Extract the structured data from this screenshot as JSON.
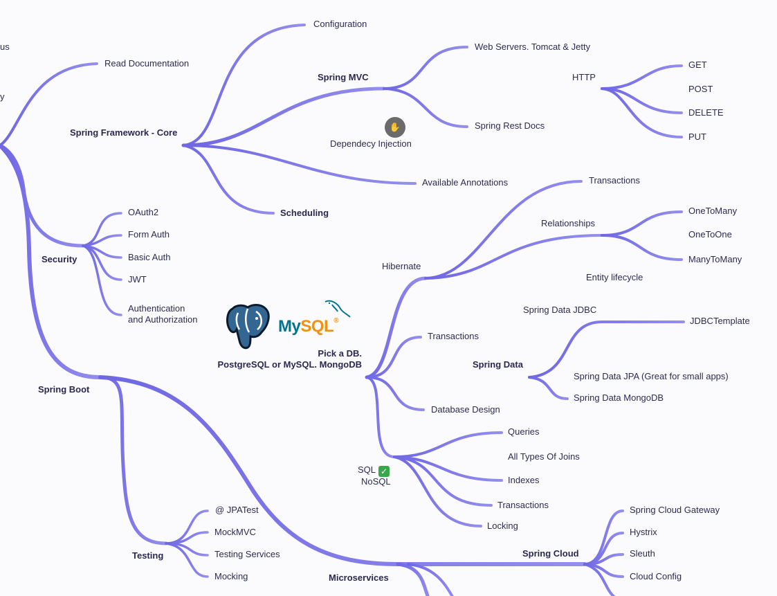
{
  "colors": {
    "branch": "#7b73e6",
    "branch_light": "#9b95ec",
    "text": "#2c2b52",
    "check": "#3aa64a",
    "mysql_blue": "#00758f",
    "mysql_orange": "#f29111",
    "pg_blue": "#336791"
  },
  "labels": {
    "cut_us": "us",
    "cut_y": "y",
    "configuration": "Configuration",
    "read_documentation": "Read Documentation",
    "spring_mvc": "Spring MVC",
    "web_servers": "Web Servers. Tomcat & Jetty",
    "http": "HTTP",
    "get": "GET",
    "post": "POST",
    "delete": "DELETE",
    "put": "PUT",
    "spring_framework_core": "Spring Framework - Core",
    "spring_rest_docs": "Spring Rest Docs",
    "dependency_injection": "Dependecy Injection",
    "available_annotations": "Available Annotations",
    "transactions_hib": "Transactions",
    "scheduling": "Scheduling",
    "relationships": "Relationships",
    "one_to_many": "OneToMany",
    "one_to_one": "OneToOne",
    "many_to_many": "ManyToMany",
    "oauth2": "OAuth2",
    "form_auth": "Form Auth",
    "basic_auth": "Basic Auth",
    "jwt": "JWT",
    "auth_line1": "Authentication",
    "auth_line2": "and Authorization",
    "security": "Security",
    "hibernate": "Hibernate",
    "entity_lifecycle": "Entity lifecycle",
    "spring_data_jdbc": "Spring Data JDBC",
    "jdbc_template": "JDBCTemplate",
    "transactions_db": "Transactions",
    "pick_db_line1": "Pick a DB.",
    "pick_db_line2": "PostgreSQL or MySQL. MongoDB",
    "spring_data": "Spring Data",
    "spring_data_jpa": "Spring Data JPA (Great for small apps)",
    "spring_data_mongodb": "Spring Data MongoDB",
    "spring_boot": "Spring Boot",
    "database_design": "Database Design",
    "queries": "Queries",
    "all_joins": "All Types Of Joins",
    "indexes": "Indexes",
    "transactions_sql": "Transactions",
    "locking": "Locking",
    "sql": "SQL",
    "nosql": "NoSQL",
    "jpatest": "@ JPATest",
    "mockmvc": "MockMVC",
    "testing_services": "Testing Services",
    "mocking": "Mocking",
    "testing": "Testing",
    "microservices": "Microservices",
    "spring_cloud": "Spring Cloud",
    "cloud_gateway": "Spring Cloud Gateway",
    "hystrix": "Hystrix",
    "sleuth": "Sleuth",
    "cloud_config": "Cloud Config"
  },
  "logos": {
    "mysql_my": "My",
    "mysql_sql": "SQL",
    "mysql_reg": "®"
  },
  "icons": {
    "cursor": "grab-hand-icon",
    "check": "check-mark-icon"
  }
}
